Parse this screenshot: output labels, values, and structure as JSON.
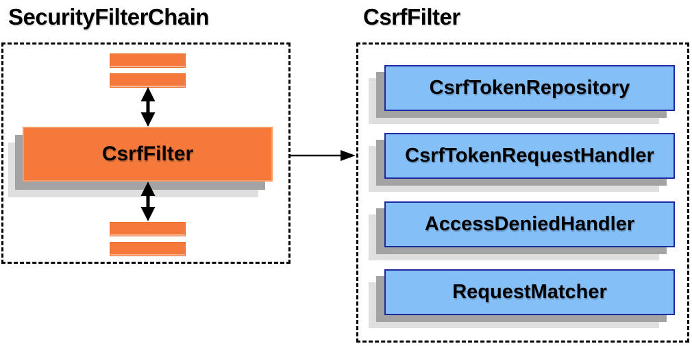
{
  "diagram": {
    "left_panel": {
      "title": "SecurityFilterChain",
      "node_label": "CsrfFilter"
    },
    "right_panel": {
      "title": "CsrfFilter",
      "components": [
        {
          "label": "CsrfTokenRepository"
        },
        {
          "label": "CsrfTokenRequestHandler"
        },
        {
          "label": "AccessDeniedHandler"
        },
        {
          "label": "RequestMatcher"
        }
      ]
    },
    "colors": {
      "orange_fill": "#f4793b",
      "orange_border": "#f89e6d",
      "blue_fill": "#85bff7",
      "blue_border": "#1c2ba2",
      "shadow_dark": "#a3a3a3",
      "shadow_light": "#dfdfdf",
      "arrow": "#000000",
      "text": "#000000"
    }
  }
}
